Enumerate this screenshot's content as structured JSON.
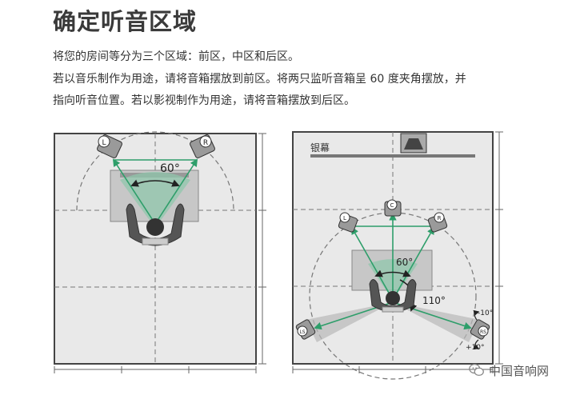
{
  "title": "确定听音区域",
  "paragraphs": [
    "将您的房间等分为三个区域：前区，中区和后区。",
    "若以音乐制作为用途，请将音箱摆放到前区。将两只监听音箱呈 60 度夹角摆放，并",
    "指向听音位置。若以影视制作为用途，请将音箱摆放到后区。"
  ],
  "left_diagram": {
    "speaker_left": "L",
    "speaker_right": "R",
    "angle_label": "60°"
  },
  "right_diagram": {
    "screen_label": "银幕",
    "speaker_left": "L",
    "speaker_center": "C",
    "speaker_right": "R",
    "speaker_left_surround": "LS",
    "speaker_right_surround": "RS",
    "front_angle_label": "60°",
    "surround_angle_label": "110°",
    "tilt_minus": "-10°",
    "tilt_plus": "+10°"
  },
  "watermark": "中国音响网"
}
